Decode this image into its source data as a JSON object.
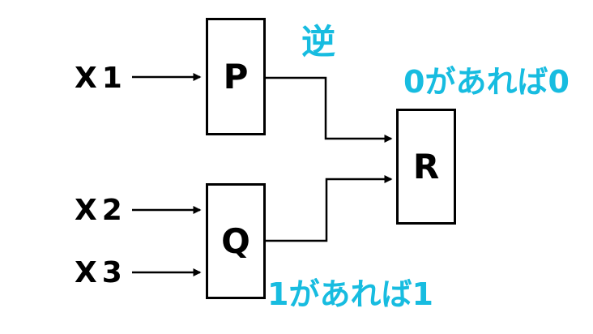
{
  "diagram": {
    "background_color": "#FFFFFF",
    "line_color": "#000000",
    "annotation_color": "#17BCE0",
    "inputs": [
      {
        "label": "X1"
      },
      {
        "label": "X2"
      },
      {
        "label": "X3"
      }
    ],
    "nodes": [
      {
        "label": "P"
      },
      {
        "label": "Q"
      },
      {
        "label": "R"
      }
    ],
    "annotations": [
      {
        "text": "逆"
      },
      {
        "text": "0があれば0"
      },
      {
        "text": "1があれば1"
      }
    ]
  }
}
